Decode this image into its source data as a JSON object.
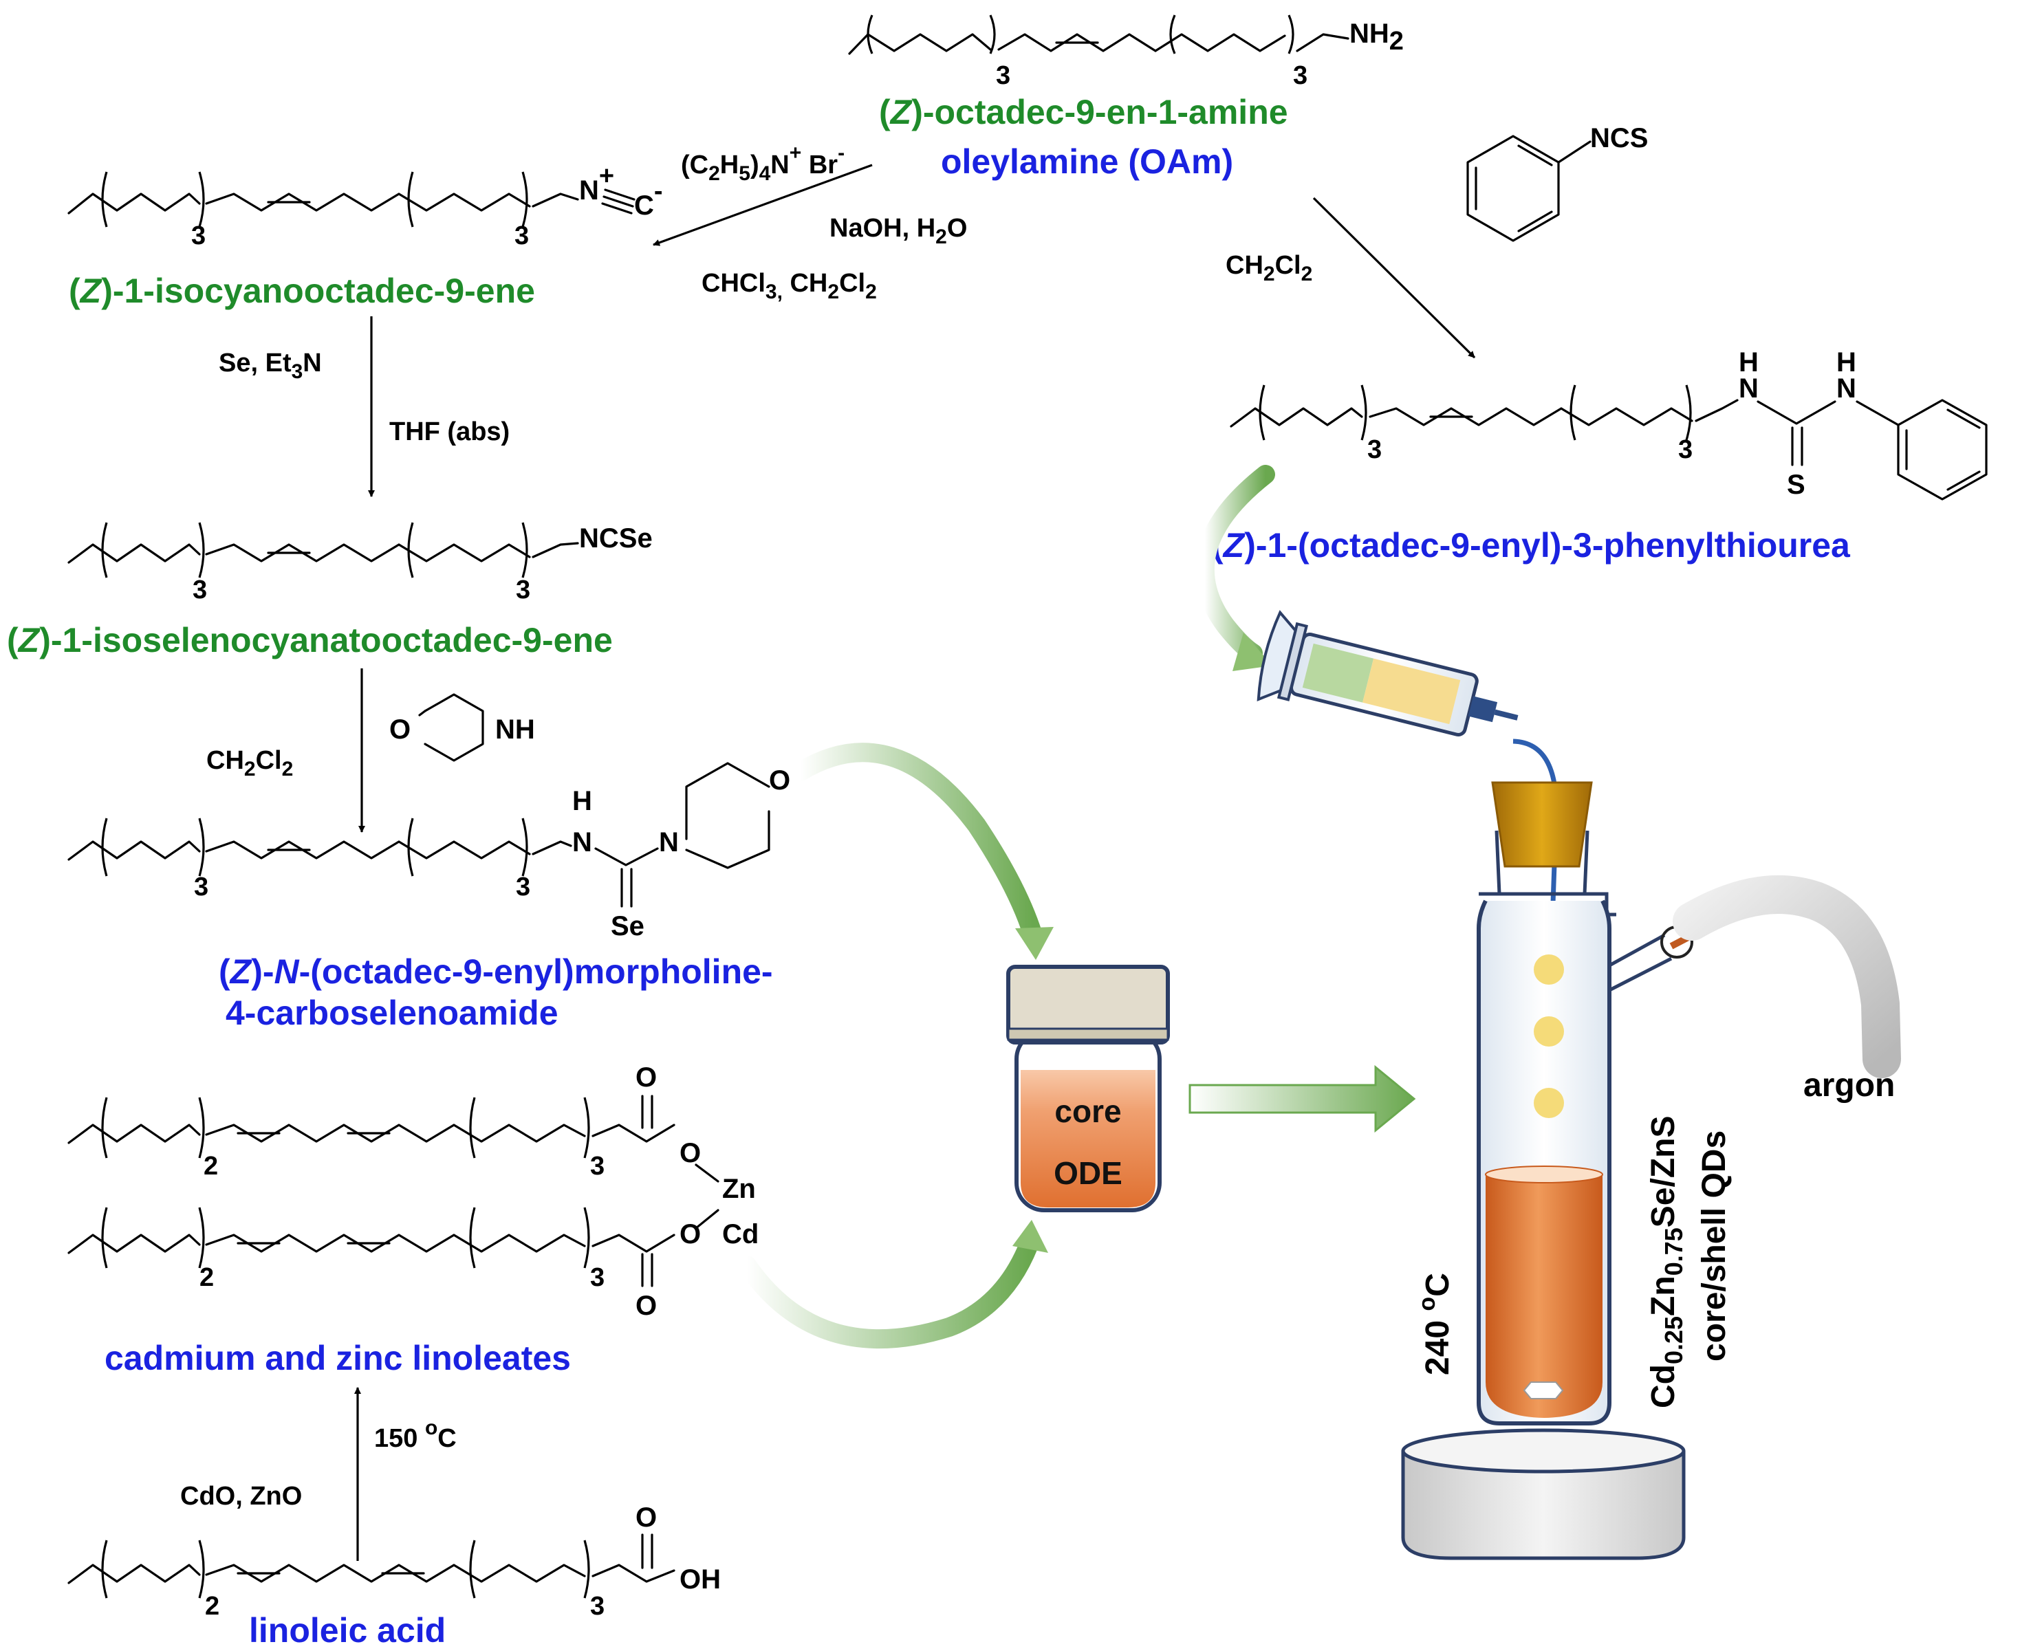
{
  "compounds": {
    "oleylamine": {
      "name_line1_italic": "Z",
      "name_line1_rest": "-octadec-9-en-1-amine",
      "name_line1_open": "(",
      "name_line1_close": ")",
      "name_line2": "oleylamine (OAm)",
      "group": "NH",
      "group_sub": "2",
      "repeat_left": "3",
      "repeat_right": "3"
    },
    "isocyanide": {
      "name_open": "(",
      "name_italic": "Z",
      "name_rest": ")-1-isocyanooctadec-9-ene",
      "group_n": "N",
      "group_plus": "+",
      "group_c": "C",
      "group_minus": "-",
      "repeat_left": "3",
      "repeat_right": "3"
    },
    "isoselenocyanate": {
      "name_open": "(",
      "name_italic": "Z",
      "name_rest": ")-1-isoselenocyanatooctadec-9-ene",
      "group": "NCSe",
      "repeat_left": "3",
      "repeat_right": "3"
    },
    "morpholine_amide": {
      "name_line1_open": "(",
      "name_line1_italic": "Z",
      "name_line1_mid": ")-",
      "name_line1_italic2": "N",
      "name_line1_rest": "-(octadec-9-enyl)morpholine-",
      "name_line2": "4-carboselenoamide",
      "nh": "H",
      "n": "N",
      "n2": "N",
      "o": "O",
      "se": "Se",
      "repeat_left": "3",
      "repeat_right": "3"
    },
    "thiourea": {
      "name_open": "(",
      "name_italic": "Z",
      "name_rest": ")-1-(octadec-9-enyl)-3-phenylthiourea",
      "h1": "H",
      "n1": "N",
      "h2": "H",
      "n2": "N",
      "s": "S",
      "repeat_left": "3",
      "repeat_right": "3"
    },
    "phenyl_isothiocyanate": {
      "group": "NCS"
    },
    "morpholine": {
      "o": "O",
      "nh": "NH"
    },
    "linoleates": {
      "name": "cadmium and zinc linoleates",
      "o_top": "O",
      "o_top2": "O",
      "zn": "Zn",
      "cd": "Cd",
      "o_bot": "O",
      "o_bot2": "O",
      "repeat_left1": "2",
      "repeat_right1": "3",
      "repeat_left2": "2",
      "repeat_right2": "3"
    },
    "linoleic_acid": {
      "name": "linoleic acid",
      "o": "O",
      "oh": "OH",
      "repeat_left": "2",
      "repeat_right": "3"
    }
  },
  "reagents": {
    "isocyanide_step": {
      "line1_a": "(C",
      "line1_b": "2",
      "line1_c": "H",
      "line1_d": "5",
      "line1_e": ")",
      "line1_f": "4",
      "line1_g": "N",
      "line1_h": "+",
      "line1_i": " Br",
      "line1_j": "-",
      "line2": "NaOH, H",
      "line2_sub": "2",
      "line2_end": "O",
      "line3_a": "CHCl",
      "line3_b": "3,",
      "line3_c": " CH",
      "line3_d": "2",
      "line3_e": "Cl",
      "line3_f": "2"
    },
    "selenation_step": {
      "line1_a": "Se, Et",
      "line1_b": "3",
      "line1_c": "N",
      "line2": "THF (abs)"
    },
    "morpholine_step": {
      "a": "CH",
      "b": "2",
      "c": "Cl",
      "d": "2"
    },
    "thiourea_step": {
      "a": "CH",
      "b": "2",
      "c": "Cl",
      "d": "2"
    },
    "linoleate_step": {
      "left": "CdO, ZnO",
      "right_a": "150 ",
      "right_b": "o",
      "right_c": "C"
    }
  },
  "apparatus": {
    "vial_line1": "core",
    "vial_line2": "ODE",
    "temperature_a": "240 ",
    "temperature_b": "o",
    "temperature_c": "C",
    "gas": "argon",
    "product_a": "Cd",
    "product_b": "0.25",
    "product_c": "Zn",
    "product_d": "0.75",
    "product_e": "Se/ZnS",
    "product_line2": "core/shell QDs"
  },
  "colors": {
    "green_name": "#1f8b2a",
    "blue_name": "#1a22e0",
    "orange_liquid": "#e8823f",
    "green_arrow": "#8ec070",
    "stopper": "#c8900e"
  }
}
